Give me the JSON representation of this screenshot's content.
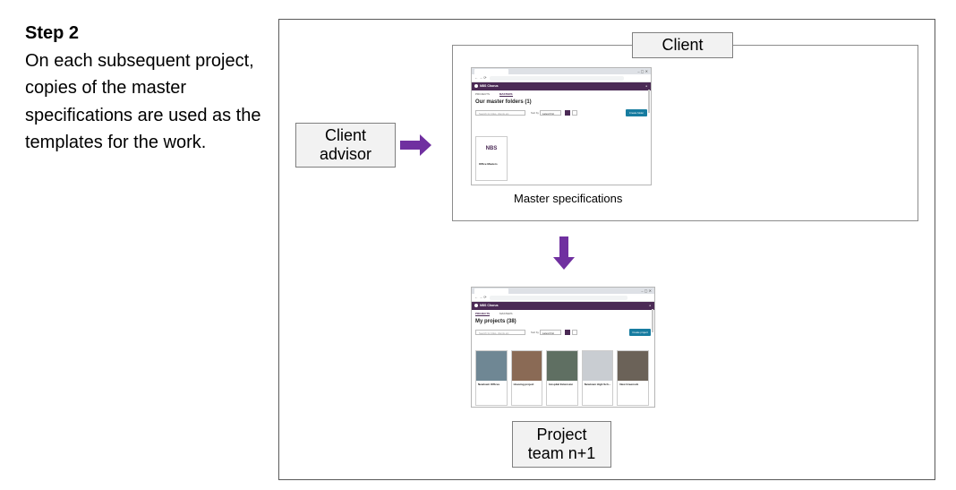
{
  "step": {
    "title": "Step 2",
    "body": "On each subsequent project, copies of the master specifications are used as the templates for the work."
  },
  "labels": {
    "client": "Client",
    "client_advisor_line1": "Client",
    "client_advisor_line2": "advisor",
    "project_team_line1": "Project",
    "project_team_line2": "team n+1",
    "master_caption": "Master specifications"
  },
  "colors": {
    "arrow": "#7030a0",
    "app_bar": "#4b2a55",
    "create_button": "#177ca0",
    "label_fill": "#f2f2f2"
  },
  "icons": {
    "arrow_right": "arrow-right-icon",
    "arrow_down": "arrow-down-icon",
    "nbs_logo": "nbs-logo-icon"
  },
  "master_screen": {
    "app_name": "NBS Chorus",
    "tabs": [
      "PROJECTS",
      "MASTERS"
    ],
    "heading": "Our master folders (1)",
    "search_placeholder": "Search for titles, clients etc",
    "sort_label": "Sort by",
    "sort_value": "Latest first",
    "create_label": "Create folder",
    "folder": {
      "logo_text": "NBS",
      "name": "Office Masters"
    }
  },
  "projects_screen": {
    "app_name": "NBS Chorus",
    "tabs": [
      "PROJECTS",
      "MASTERS"
    ],
    "heading": "My projects (38)",
    "search_placeholder": "Search for titles, clients etc",
    "sort_label": "Sort by",
    "sort_value": "Latest first",
    "create_label": "Create project",
    "cards": [
      {
        "name": "Newtown Offices",
        "color": "#6f8794"
      },
      {
        "name": "Housing project",
        "color": "#8a6a55"
      },
      {
        "name": "Hospital Extension",
        "color": "#5f6f62"
      },
      {
        "name": "Newtown High Sch...",
        "color": "#c9cdd2"
      },
      {
        "name": "New Greenock",
        "color": "#6b6258"
      }
    ]
  }
}
